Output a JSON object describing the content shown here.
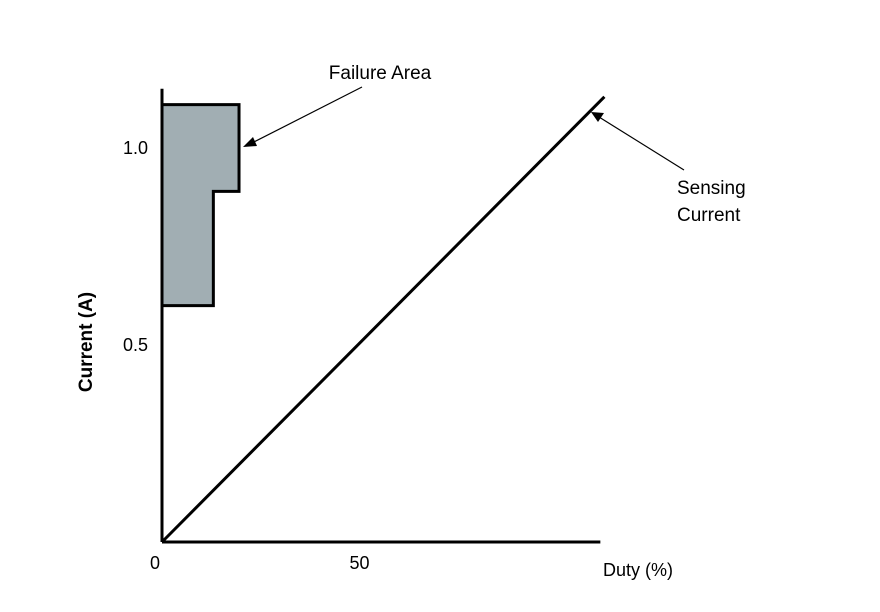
{
  "chart_data": {
    "type": "line",
    "title": "",
    "xlabel": "Duty (%)",
    "ylabel": "Current (A)",
    "xlim": [
      0,
      113
    ],
    "ylim": [
      0,
      1.13
    ],
    "x_ticks": [
      {
        "value": 0,
        "label": "0"
      },
      {
        "value": 50,
        "label": "50"
      }
    ],
    "y_ticks": [
      {
        "value": 0.5,
        "label": "0.5"
      },
      {
        "value": 1.0,
        "label": "1.0"
      }
    ],
    "grid": false,
    "legend": "none",
    "series": [
      {
        "name": "Sensing Current",
        "x": [
          0,
          112
        ],
        "y": [
          0,
          1.13
        ]
      }
    ],
    "failure_area": {
      "label": "Failure Area",
      "x": [
        0,
        19.5,
        19.5,
        13,
        13,
        0
      ],
      "y": [
        1.11,
        1.11,
        0.89,
        0.89,
        0.6,
        0.6
      ]
    },
    "annotations": {
      "failure_area": "Failure Area",
      "sensing_line1": "Sensing",
      "sensing_line2": "Current"
    },
    "colors": {
      "fill": "#a1aeb3",
      "line": "#000000"
    }
  }
}
